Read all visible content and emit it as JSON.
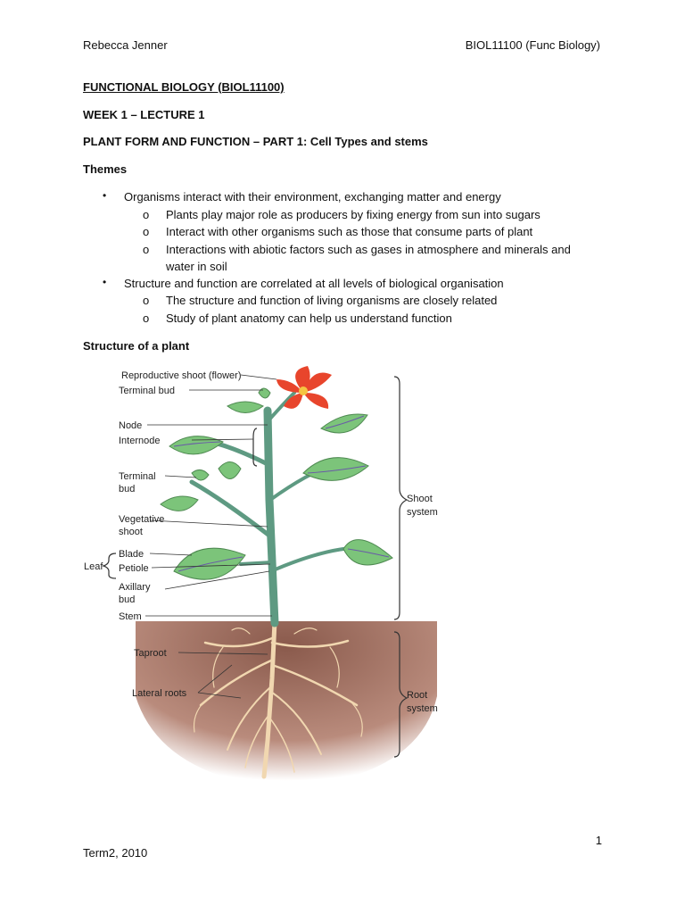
{
  "header": {
    "left": "Rebecca Jenner",
    "right": "BIOL11100 (Func Biology)"
  },
  "doc": {
    "course_title": "FUNCTIONAL BIOLOGY (BIOL11100)",
    "week": "WEEK 1 – LECTURE 1",
    "topic": "PLANT FORM AND FUNCTION – PART 1: Cell Types and stems",
    "themes_heading": "Themes",
    "bullets": [
      {
        "text": "Organisms interact with their environment, exchanging matter and energy",
        "sub": [
          "Plants play major role as producers by fixing energy from sun into sugars",
          "Interact with other organisms such as those that consume parts of plant",
          "Interactions with abiotic factors such as gases in atmosphere and minerals and",
          "water in soil"
        ]
      },
      {
        "text": "Structure and function are correlated at all levels of biological organisation",
        "sub": [
          "The structure and function of living organisms are closely related",
          "Study of plant anatomy can help us understand function"
        ]
      }
    ],
    "bullet_mark": "•",
    "sub_mark": "o",
    "structure_heading": "Structure of a plant"
  },
  "diagram": {
    "labels": {
      "reproductive_shoot": "Reproductive shoot (flower)",
      "terminal_bud_top": "Terminal bud",
      "node": "Node",
      "internode": "Internode",
      "terminal_bud_1": "Terminal",
      "terminal_bud_2": "bud",
      "vegetative_1": "Vegetative",
      "vegetative_2": "shoot",
      "leaf": "Leaf",
      "blade": "Blade",
      "petiole": "Petiole",
      "axillary_1": "Axillary",
      "axillary_2": "bud",
      "stem": "Stem",
      "taproot": "Taproot",
      "lateral_roots": "Lateral roots",
      "shoot_system_1": "Shoot",
      "shoot_system_2": "system",
      "root_system_1": "Root",
      "root_system_2": "system"
    },
    "colors": {
      "leaf": "#7cc47a",
      "leaf_vein": "#6a5aa8",
      "stem": "#5e9a82",
      "flower": "#e8452c",
      "soil": "#a9796a",
      "root": "#f1d7b0"
    }
  },
  "footer": {
    "page_number": "1",
    "term": "Term2, 2010"
  }
}
